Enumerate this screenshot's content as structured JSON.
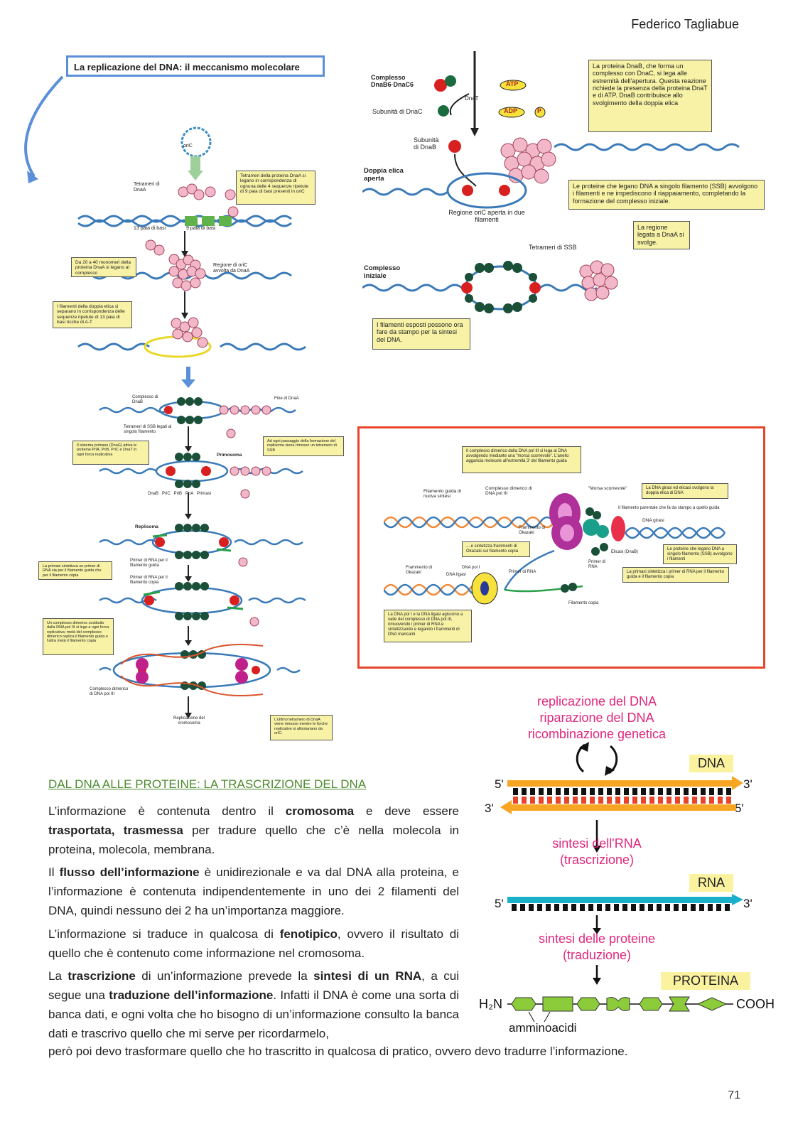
{
  "header": {
    "author": "Federico Tagliabue"
  },
  "page_number": "71",
  "figure_left": {
    "title": "La replicazione del DNA:  il meccanismo molecolare",
    "oriC": "oriC",
    "tetrameri": "Tetrameri di DnaA",
    "box1": "Tetrameri della proteina DnaA si legano in corrispondenza di ognuna delle 4 sequenze ripetute di 9 paia di basi presenti in oriC",
    "bp13": "13 paia di basi",
    "bp9": "9 paia di basi",
    "box2": "Da 20 a 40 monomeri della proteina DnaA si legano al complesso",
    "region": "Regione di oriC avvolta da DnaA",
    "box3": "I filamenti della doppia elica si separano in corrispondenza delle sequenze ripetute di 13 paia di basi ricche di A-T"
  },
  "figure_right": {
    "complex": "Complesso DnaB6·DnaC6",
    "dnaT": "DnaT",
    "atp": "ATP",
    "adp": "ADP",
    "p": "P",
    "subunit_c": "Subunità di DnaC",
    "subunit_b": "Subunità di DnaB",
    "box4": "La proteina DnaB, che forma un complesso con DnaC, si lega alle estremità dell'apertura. Questa reazione richiede la presenza della proteina DnaT e di ATP. DnaB contribuisce allo svolgimento della doppia elica",
    "open_helix": "Doppia elica aperta",
    "oric_open": "Regione oriC aperta in due filamenti",
    "box5": "Le proteine che legano DNA a singolo filamento (SSB) avvolgono i filamenti e ne impediscono il riappaiamento, completando la formazione del complesso iniziale.",
    "ssb": "Tetrameri di SSB",
    "dnaA_region": "La regione legata a DnaA si svolge.",
    "initial": "Complesso iniziale",
    "exposed": "I filamenti esposti possono ora fare da stampo per la sintesi del DNA."
  },
  "figure_bottom": {
    "complesso_dnab": "Complesso di DnaB",
    "tetrameri_ssb": "Tetrameri di SSB legati al singolo filamento",
    "fine_ssb": "Fine di DnaA",
    "box1": "Il sistema primase (DnaG) attiva le proteine PriA, PriB, PriC e DnaT in ogni forca replicativa",
    "primosoma": "Primosoma",
    "passaggio": "Ad ogni passaggio della formazione del replisoma viene rimosso un tetramero di SSB",
    "labels_row": "DnaB   PriC   PriB   PriA   Primasi",
    "replisoma": "Replisoma",
    "box2": "La primasi sintetizza un primer di RNA sia per il filamento guida che per il filamento copia",
    "primer_guida": "Primer di RNA per il filamento guida",
    "primer_copia": "Primer di RNA per il filamento copia",
    "box3": "Un complesso dimerico costituito dalla DNA pol III si lega a ogni forca replicativa; metà del complesso dimerico replica il filamento guida e l'altra metà il filamento copia",
    "complesso_pol3": "Complesso dimerico di DNA pol III",
    "replicazione": "Replicazione del cromosoma",
    "ultimo": "L'ultimo tetramero di DnaA viene rimosso mentre le forche replicative si allontanano da oriC."
  },
  "figure_red": {
    "box4": "Il complesso dimerico della DNA pol III si lega ai DNA avvolgendo mediante una \"morsa scorrevole\". L'anello aggancia molecole all'estremità 3' del filamento guida",
    "complesso": "Complesso dimerico di DNA pol III",
    "morsa": "\"Morsa scorrevole\"",
    "filamento_guida": "Filamento guida di nuova sintesi",
    "box1": "La DNA girasi ed elicasi svolgono la doppia elica di DNA",
    "nuovo": "Il filamento parentale che fa da stampo a quello guida",
    "girasi": "DNA girasi",
    "frammento": "Frammento di Okazaki",
    "sintetizza": "... e sintetizza frammenti di Okazaki sul filamento copia",
    "elicasi": "Elicasi (DnaB)",
    "box2": "Le proteine che legano DNA a singolo filamento (SSB) avvolgono i filamenti",
    "primer_rna": "Primer di RNA",
    "box3": "La primasi sintetizza i primer di RNA per il filamento guida e il filamento copia",
    "frammento2": "Frammento di Okazaki",
    "dna_pol1": "DNA pol I",
    "dna_ligasi": "DNA ligasi",
    "primer_rna2": "Primer di RNA",
    "filamento_copia": "Filamento copia",
    "box5": "La DNA pol I e la DNA ligasi agiscono a valle del complesso di DNA pol III, rimuovendo i primer di RNA e sintetizzando e legando i frammenti di DNA mancanti"
  },
  "dogma": {
    "processes": [
      "replicazione del DNA",
      "riparazione del DNA",
      "ricombinazione genetica"
    ],
    "dna_tag": "DNA",
    "rna_tag": "RNA",
    "protein_tag": "PROTEINA",
    "five_prime": "5'",
    "three_prime": "3'",
    "rna_synthesis": [
      "sintesi dell'RNA",
      "(trascrizione)"
    ],
    "protein_synthesis": [
      "sintesi delle proteine",
      "(traduzione)"
    ],
    "h2n": "H₂N",
    "cooh": "COOH",
    "amminoacidi": "amminoacidi",
    "colors": {
      "label": "#e0287c",
      "dna": "#f6a623",
      "rna": "#1ab0c9",
      "aa": "#8ccc3a",
      "tag": "#fbf2a0"
    }
  },
  "section": {
    "title": "DAL DNA ALLE PROTEINE: LA TRASCRIZIONE DEL DNA",
    "p1_a": "L’informazione è contenuta dentro il ",
    "p1_b": "cromosoma",
    "p1_c": " e deve essere ",
    "p1_d": "trasportata, trasmessa",
    "p1_e": " per tradure quello che c’è nella molecola in proteina, molecola, membrana.",
    "p2_a": "Il ",
    "p2_b": "flusso dell’informazione",
    "p2_c": " è unidirezionale e va dal DNA alla proteina, e l’informazione è contenuta indipendentemente in uno dei 2 filamenti del DNA, quindi nessuno dei 2 ha un’importanza maggiore.",
    "p3_a": "L’informazione si traduce in qualcosa di ",
    "p3_b": "fenotipico",
    "p3_c": ", ovvero il risultato di quello che è contenuto come informazione nel cromosoma.",
    "p4_a": "La ",
    "p4_b": "trascrizione",
    "p4_c": " di un’informazione prevede la ",
    "p4_d": "sintesi di un RNA",
    "p4_e": ", a cui segue una ",
    "p4_f": "traduzione dell’informazione",
    "p4_g": ". Infatti il DNA è come una sorta di banca dati, e ogni volta che ho bisogno di un’informazione consulto la banca dati e trascrivo quello che mi serve per ricordarmelo,",
    "p5": "però poi devo trasformare quello che ho trascritto in qualcosa di pratico, ovvero devo tradurre l’informazione."
  }
}
